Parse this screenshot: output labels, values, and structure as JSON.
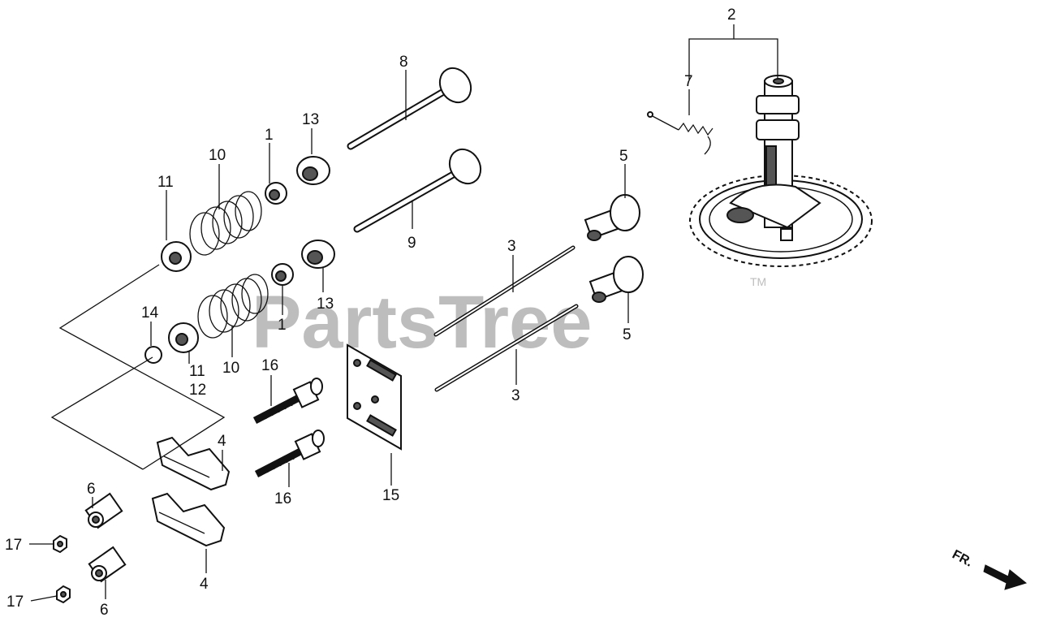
{
  "watermark": {
    "brand": "PartsTree",
    "trademark": "TM"
  },
  "direction": "FR.",
  "callouts": {
    "c2": "2",
    "c7": "7",
    "c8": "8",
    "c9": "9",
    "c13a": "13",
    "c13b": "13",
    "c1a": "1",
    "c1b": "1",
    "c10a": "10",
    "c10b": "10",
    "c11a": "11",
    "c11b": "11",
    "c12": "12",
    "c14": "14",
    "c5a": "5",
    "c5b": "5",
    "c3a": "3",
    "c3b": "3",
    "c4a": "4",
    "c4b": "4",
    "c6a": "6",
    "c6b": "6",
    "c16a": "16",
    "c16b": "16",
    "c15": "15",
    "c17a": "17",
    "c17b": "17"
  }
}
